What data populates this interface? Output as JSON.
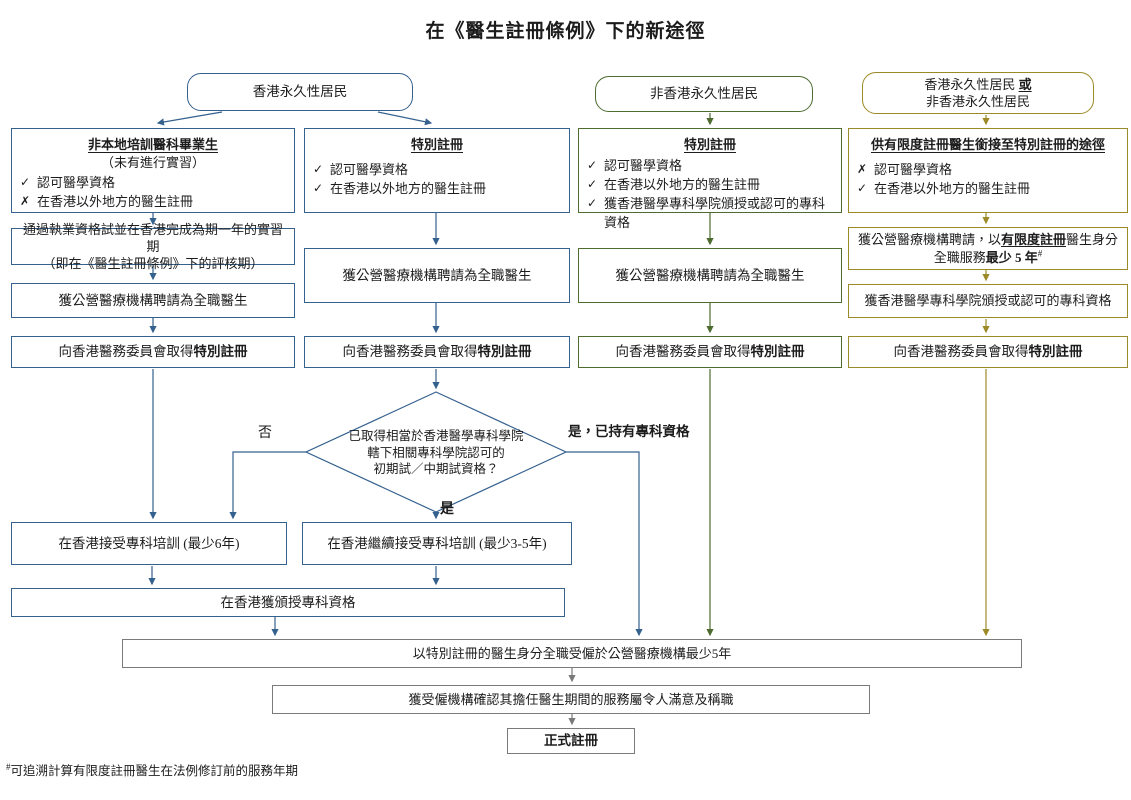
{
  "title": "在《醫生註冊條例》下的新途徑",
  "colors": {
    "blue": "#35618F",
    "green": "#4E6B30",
    "gold": "#9C8A28",
    "gray": "#7A7A7A",
    "text": "#1C1C1C"
  },
  "top_nodes": {
    "hk_pr": "香港永久性居民",
    "non_hk_pr": "非香港永久性居民",
    "either_line1": "香港永久性居民 ",
    "either_or": "或",
    "either_line2": "非香港永久性居民"
  },
  "col1": {
    "entry_title": "非本地培訓醫科畢業生",
    "entry_subtitle": "（未有進行實習）",
    "criteria": [
      {
        "mark": "✓",
        "text": "認可醫學資格"
      },
      {
        "mark": "✗",
        "text": "在香港以外地方的醫生註冊"
      }
    ],
    "step1_line1": "通過執業資格試並在香港完成為期一年的實習期",
    "step1_line2": "（即在《醫生註冊條例》下的評核期）",
    "step2": "獲公營醫療機構聘請為全職醫生",
    "step3_prefix": "向香港醫務委員會取得",
    "step3_bold": "特別註冊"
  },
  "col2": {
    "entry_title": "特別註冊",
    "criteria": [
      {
        "mark": "✓",
        "text": "認可醫學資格"
      },
      {
        "mark": "✓",
        "text": "在香港以外地方的醫生註冊"
      }
    ],
    "step1": "獲公營醫療機構聘請為全職醫生",
    "step2_prefix": "向香港醫務委員會取得",
    "step2_bold": "特別註冊"
  },
  "col3": {
    "entry_title": "特別註冊",
    "criteria": [
      {
        "mark": "✓",
        "text": "認可醫學資格"
      },
      {
        "mark": "✓",
        "text": "在香港以外地方的醫生註冊"
      },
      {
        "mark": "✓",
        "text": "獲香港醫學專科學院頒授或認可的專科資格"
      }
    ],
    "step1": "獲公營醫療機構聘請為全職醫生",
    "step2_prefix": "向香港醫務委員會取得",
    "step2_bold": "特別註冊"
  },
  "col4": {
    "entry_title": "供有限度註冊醫生銜接至特別註冊的途徑",
    "criteria": [
      {
        "mark": "✗",
        "text": "認可醫學資格"
      },
      {
        "mark": "✓",
        "text": "在香港以外地方的醫生註冊"
      }
    ],
    "step1_seg1": "獲公營醫療機構聘請，以",
    "step1_seg2": "有限度註冊",
    "step1_seg3": "醫生身分",
    "step1_line2_seg1": "全職服務",
    "step1_line2_seg2": "最少 5 年",
    "step1_sup": "#",
    "step2": "獲香港醫學專科學院頒授或認可的專科資格",
    "step3_prefix": "向香港醫務委員會取得",
    "step3_bold": "特別註冊"
  },
  "decision": {
    "line1": "已取得相當於香港醫學專科學院",
    "line2": "轄下相關專科學院認可的",
    "line3": "初期試／中期試資格？",
    "no_label": "否",
    "yes_label": "是",
    "yes_specialist_label": "是，已持有專科資格"
  },
  "bottom": {
    "training_6y": "在香港接受專科培訓 (最少6年)",
    "training_3to5y": "在香港繼續接受專科培訓 (最少3-5年)",
    "awarded_specialist": "在香港獲頒授專科資格",
    "employed_5y": "以特別註冊的醫生身分全職受僱於公營醫療機構最少5年",
    "employer_confirm": "獲受僱機構確認其擔任醫生期間的服務屬令人滿意及稱職",
    "formal_registration": "正式註冊"
  },
  "footnote_sup": "#",
  "footnote_text": "可追溯計算有限度註冊醫生在法例修訂前的服務年期"
}
